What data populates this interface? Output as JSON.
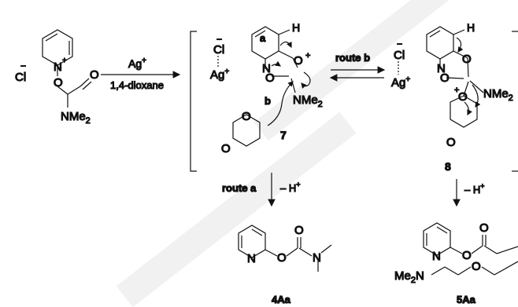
{
  "reactant": {
    "counterion": "Cl",
    "counterion_charge": "−",
    "n_plus": "+",
    "atom_n": "N",
    "atom_o1": "O",
    "atom_o2": "O",
    "amine": "NMe",
    "amine_sub": "2"
  },
  "arrow_main": {
    "above": "Ag",
    "above_sup": "+",
    "below": "1,4-dioxane"
  },
  "intermediate7": {
    "label": "7",
    "path_label_a": "a",
    "path_label_b": "b",
    "cl": "Cl",
    "cl_charge": "−",
    "ag": "Ag",
    "ag_charge": "+",
    "h": "H",
    "o_plus": "+",
    "amine": "NMe",
    "amine_sub": "2"
  },
  "equilibrium": {
    "label": "route b"
  },
  "intermediate8": {
    "label": "8",
    "cl": "Cl",
    "cl_charge": "−",
    "ag": "Ag",
    "ag_charge": "+",
    "h": "H",
    "o_plus": "+",
    "amine": "NMe",
    "amine_sub": "2"
  },
  "route_a": {
    "label": "route a",
    "loss": "– H",
    "loss_sup": "+"
  },
  "route_b_down": {
    "loss": "– H",
    "loss_sup": "+"
  },
  "product_4": {
    "label": "4Aa",
    "atom_n": "N",
    "atom_o": "O"
  },
  "product_5": {
    "label": "5Aa",
    "atom_n": "N",
    "amine": "Me",
    "amine_sub": "2",
    "amine_n": "N"
  },
  "colors": {
    "ink": "#111111",
    "watermark": "#e6e6e6"
  }
}
